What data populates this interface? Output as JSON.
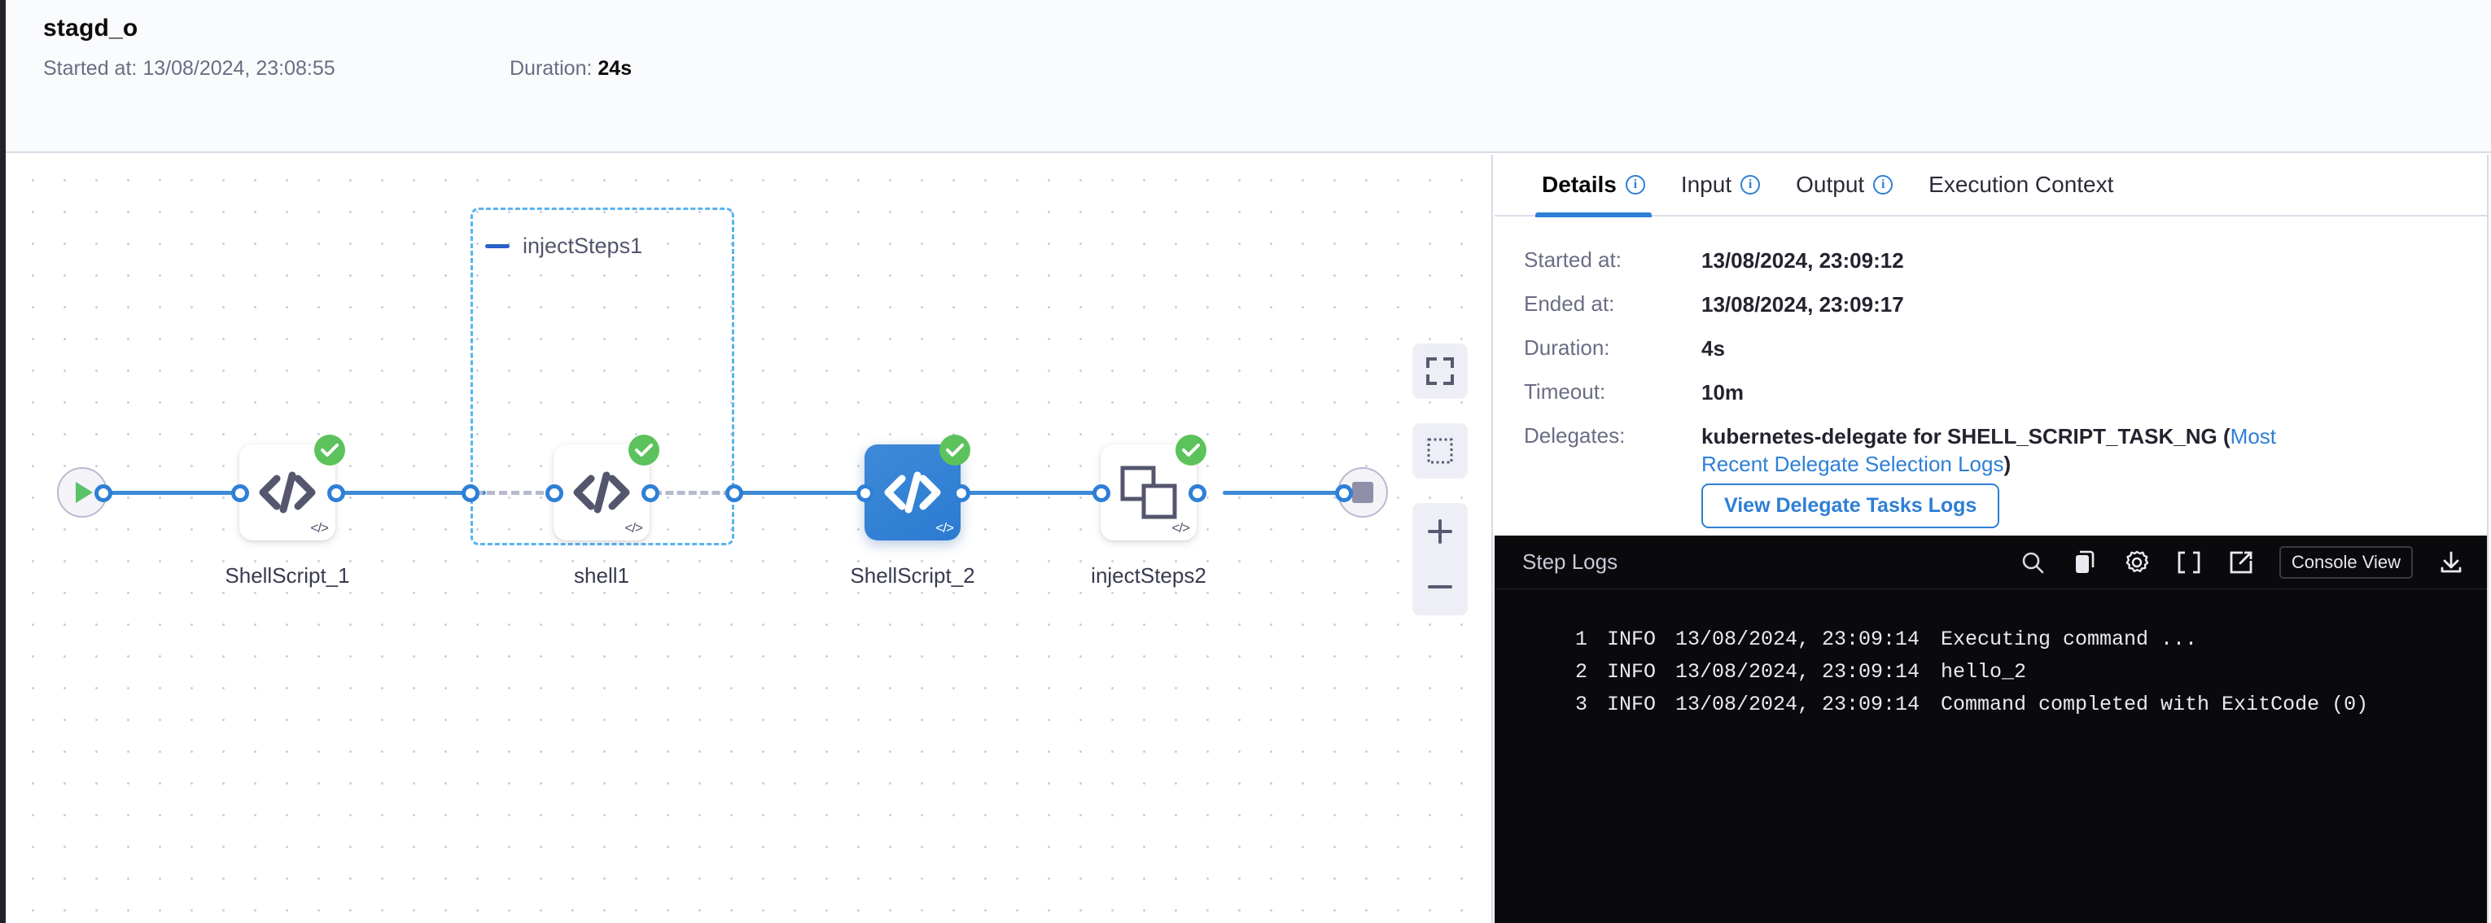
{
  "header": {
    "title": "stagd_o",
    "started_label": "Started at:",
    "started_value": "13/08/2024, 23:08:55",
    "duration_label": "Duration:",
    "duration_value": "24s"
  },
  "canvas": {
    "start_node": {
      "name": "start-node",
      "icon": "play-icon"
    },
    "end_node": {
      "name": "end-node",
      "icon": "stop-icon"
    },
    "nodes": [
      {
        "label": "ShellScript_1",
        "icon": "code-icon",
        "status": "success",
        "selected": false
      },
      {
        "label": "shell1",
        "icon": "code-icon",
        "status": "success",
        "selected": false
      },
      {
        "label": "ShellScript_2",
        "icon": "code-icon",
        "status": "success",
        "selected": true
      },
      {
        "label": "injectSteps2",
        "icon": "copy-steps-icon",
        "status": "success",
        "selected": false
      }
    ],
    "group": {
      "label": "injectSteps1",
      "collapse_icon": "minus-icon"
    },
    "controls": [
      {
        "name": "fit-to-screen-button",
        "icon": "fit-screen-icon"
      },
      {
        "name": "selection-mode-button",
        "icon": "dashed-square-icon"
      },
      {
        "name": "zoom-in-button",
        "icon": "plus-icon"
      },
      {
        "name": "zoom-out-button",
        "icon": "minus-icon"
      }
    ],
    "accent_color": "#2e7fd6",
    "success_color": "#5cc25c"
  },
  "right_panel": {
    "tabs": [
      {
        "label": "Details",
        "has_info": true,
        "active": true
      },
      {
        "label": "Input",
        "has_info": true,
        "active": false
      },
      {
        "label": "Output",
        "has_info": true,
        "active": false
      },
      {
        "label": "Execution Context",
        "has_info": false,
        "active": false
      }
    ],
    "details": [
      {
        "key": "Started at:",
        "value": "13/08/2024, 23:09:12"
      },
      {
        "key": "Ended at:",
        "value": "13/08/2024, 23:09:17"
      },
      {
        "key": "Duration:",
        "value": "4s"
      },
      {
        "key": "Timeout:",
        "value": "10m"
      }
    ],
    "delegates": {
      "key": "Delegates:",
      "text_before": "kubernetes-delegate for SHELL_SCRIPT_TASK_NG (",
      "link": "Most Recent Delegate Selection Logs",
      "text_after": ")",
      "button": "View Delegate Tasks Logs"
    }
  },
  "logs": {
    "title": "Step Logs",
    "tools": [
      {
        "name": "search-icon"
      },
      {
        "name": "copy-icon"
      },
      {
        "name": "gear-icon"
      },
      {
        "name": "fullscreen-icon"
      },
      {
        "name": "external-link-icon"
      }
    ],
    "console_view_label": "Console View",
    "download_icon": "download-icon",
    "lines": [
      {
        "no": "1",
        "level": "INFO",
        "ts": "13/08/2024, 23:09:14",
        "msg": "Executing command ..."
      },
      {
        "no": "2",
        "level": "INFO",
        "ts": "13/08/2024, 23:09:14",
        "msg": "hello_2"
      },
      {
        "no": "3",
        "level": "INFO",
        "ts": "13/08/2024, 23:09:14",
        "msg": "Command completed with ExitCode (0)"
      }
    ]
  }
}
